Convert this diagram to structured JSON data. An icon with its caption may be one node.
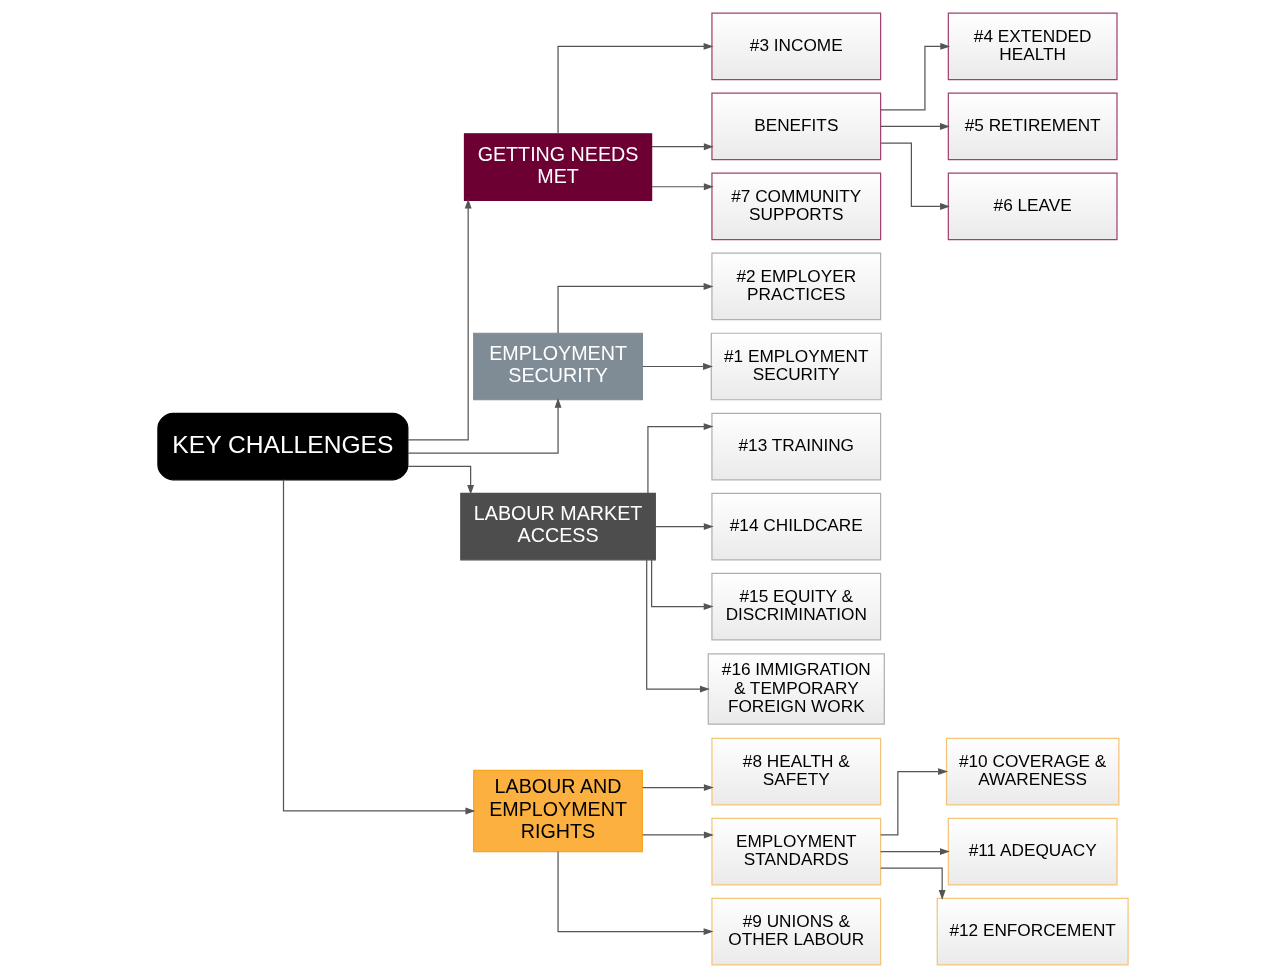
{
  "diagram": {
    "nodes": [
      {
        "text": [
          "KEY CHALLENGES"
        ]
      },
      {
        "text": [
          "GETTING NEEDS MET"
        ]
      },
      {
        "text": [
          "EMPLOYMENT SECURITY"
        ]
      },
      {
        "text": [
          "LABOUR MARKET ACCESS"
        ]
      },
      {
        "text": [
          "LABOUR AND EMPLOYMENT RIGHTS"
        ]
      },
      {
        "text": [
          "#3 INCOME"
        ]
      },
      {
        "text": [
          "BENEFITS"
        ]
      },
      {
        "text": [
          "#7 COMMUNITY SUPPORTS"
        ]
      },
      {
        "text": [
          "#4 EXTENDED HEALTH"
        ]
      },
      {
        "text": [
          "#5 RETIREMENT"
        ]
      },
      {
        "text": [
          "#6 LEAVE"
        ]
      },
      {
        "text": [
          "#2 EMPLOYER PRACTICES"
        ]
      },
      {
        "text": [
          "#1 EMPLOYMENT SECURITY"
        ]
      },
      {
        "text": [
          "#13 TRAINING"
        ]
      },
      {
        "text": [
          "#14 CHILDCARE"
        ]
      },
      {
        "text": [
          "#15 EQUITY & DISCRIMINATION"
        ]
      },
      {
        "text": [
          "#16 IMMIGRATION & TEMPORARY FOREIGN WORK"
        ]
      },
      {
        "text": [
          "#8 HEALTH & SAFETY"
        ]
      },
      {
        "text": [
          "EMPLOYMENT STANDARDS"
        ]
      },
      {
        "text": [
          "#9 UNIONS & OTHER LABOUR"
        ]
      },
      {
        "text": [
          "#10 COVERAGE & AWARENESS"
        ]
      },
      {
        "text": [
          "#11 ADEQUACY"
        ]
      },
      {
        "text": [
          "#12 ENFORCEMENT"
        ]
      }
    ],
    "edges": [
      {
        "from": 0,
        "to": 1,
        "arrow": "to"
      },
      {
        "from": 0,
        "to": 2,
        "arrow": "to"
      },
      {
        "from": 0,
        "to": 3,
        "arrow": "to"
      },
      {
        "from": 0,
        "to": 4,
        "arrow": "to"
      },
      {
        "from": 1,
        "to": 5,
        "arrow": "to"
      },
      {
        "from": 1,
        "to": 6,
        "arrow": "to"
      },
      {
        "from": 1,
        "to": 7,
        "arrow": "to"
      },
      {
        "from": 6,
        "to": 8,
        "arrow": "to"
      },
      {
        "from": 6,
        "to": 9,
        "arrow": "to"
      },
      {
        "from": 6,
        "to": 10,
        "arrow": "to"
      },
      {
        "from": 2,
        "to": 11,
        "arrow": "to"
      },
      {
        "from": 2,
        "to": 12,
        "arrow": "to"
      },
      {
        "from": 3,
        "to": 13,
        "arrow": "to"
      },
      {
        "from": 3,
        "to": 14,
        "arrow": "to"
      },
      {
        "from": 3,
        "to": 15,
        "arrow": "to"
      },
      {
        "from": 3,
        "to": 16,
        "arrow": "to"
      },
      {
        "from": 4,
        "to": 17,
        "arrow": "to"
      },
      {
        "from": 4,
        "to": 18,
        "arrow": "to"
      },
      {
        "from": 4,
        "to": 19,
        "arrow": "to"
      },
      {
        "from": 18,
        "to": 20,
        "arrow": "to"
      },
      {
        "from": 18,
        "to": 21,
        "arrow": "to"
      },
      {
        "from": 18,
        "to": 22,
        "arrow": "to"
      }
    ]
  }
}
